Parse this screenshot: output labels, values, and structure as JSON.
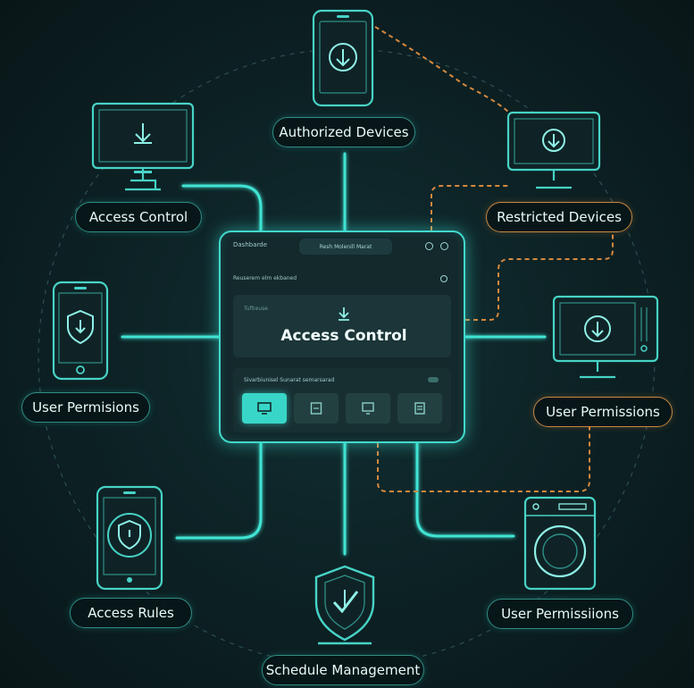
{
  "labels": {
    "authorized_devices": "Authorized Devices",
    "restricted_devices": "Restricted Devices",
    "access_control_left": "Access Control",
    "user_permisions_left": "User Permisions",
    "user_permissions_right": "User Permissions",
    "access_rules": "Access Rules",
    "user_permissiions": "User Permissiions",
    "schedule_management": "Schedule Management"
  },
  "panel": {
    "logo_text": "Dashbarde",
    "tab_text": "Resh Molenill Marat",
    "subheader": "Reuserem elm ekbaned",
    "card_label": "Tuftieuse",
    "title": "Access Control",
    "section_label": "Sivarbiunisel Sunarat semarsarad"
  },
  "colors": {
    "accent": "#42d8cc",
    "orange": "#d6893f",
    "background": "#0b1a1c"
  }
}
